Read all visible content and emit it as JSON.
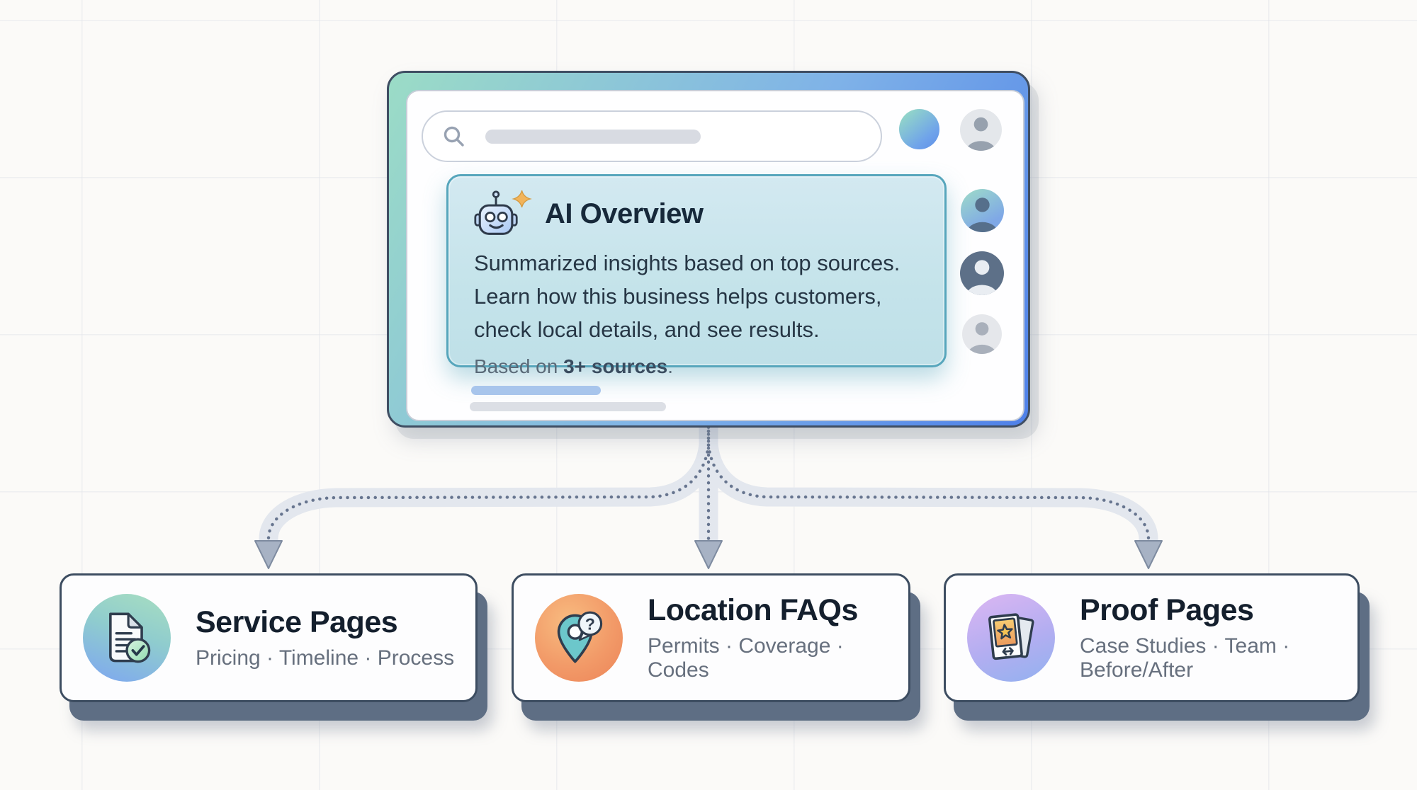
{
  "browser": {
    "search": {
      "icon": "search-icon"
    },
    "topbar": {
      "gradient_circle": "profile-gradient-circle",
      "avatar": "user-avatar-icon"
    },
    "result_avatars": [
      "avatar-teal-blue",
      "avatar-dark-slate",
      "avatar-light-gray"
    ]
  },
  "ai_overview": {
    "icon": "robot-sparkle-icon",
    "title": "AI Overview",
    "body_lines": [
      "Summarized insights based on top sources.",
      "Learn how this business helps customers,",
      "check local details, and see results."
    ],
    "note": {
      "prefix": "Based on ",
      "bold": "3+ sources",
      "suffix": "."
    }
  },
  "cards": [
    {
      "icon": "document-check-icon",
      "accent": "#8fd3bd",
      "title": "Service Pages",
      "subtitle": "Pricing · Timeline · Process"
    },
    {
      "icon": "location-pin-question-icon",
      "accent": "#f29a68",
      "title": "Location FAQs",
      "subtitle": "Permits · Coverage · Codes"
    },
    {
      "icon": "photo-star-icon",
      "accent": "#bfa8f0",
      "title": "Proof Pages",
      "subtitle": "Case Studies · Team · Before/After"
    }
  ],
  "colors": {
    "window_border": "#3f4e63",
    "window_gradient": [
      "#9bdcc6",
      "#4e80e9"
    ],
    "ai_card_border": "#57a6bc",
    "connector_dots": "#67758f",
    "arrowhead": "#a7b2c4",
    "card_border": "#3d4d61",
    "card_shadow_layer": "#5e6e84"
  }
}
